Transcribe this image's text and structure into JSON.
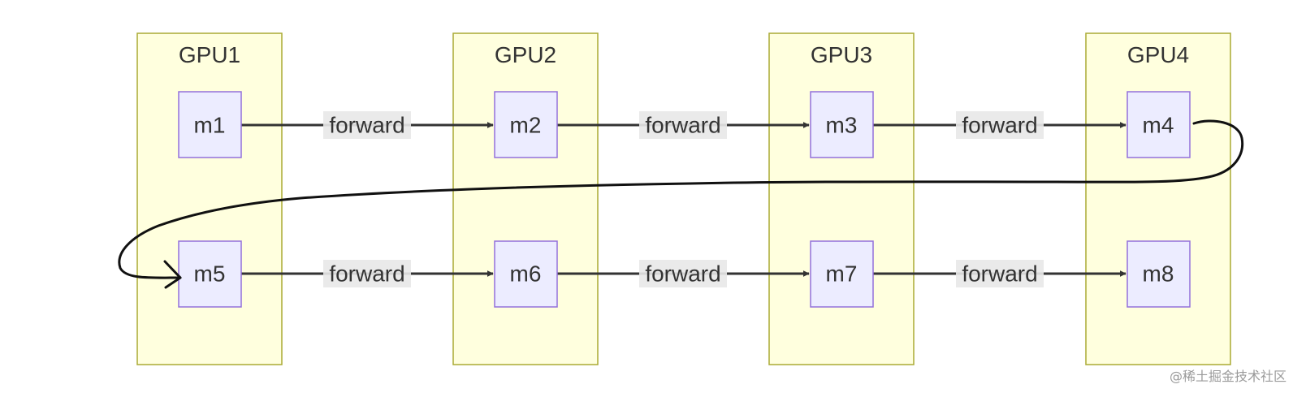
{
  "gpus": [
    {
      "id": "gpu1",
      "label": "GPU1"
    },
    {
      "id": "gpu2",
      "label": "GPU2"
    },
    {
      "id": "gpu3",
      "label": "GPU3"
    },
    {
      "id": "gpu4",
      "label": "GPU4"
    }
  ],
  "nodes": [
    {
      "id": "m1",
      "label": "m1",
      "gpu": "gpu1"
    },
    {
      "id": "m2",
      "label": "m2",
      "gpu": "gpu2"
    },
    {
      "id": "m3",
      "label": "m3",
      "gpu": "gpu3"
    },
    {
      "id": "m4",
      "label": "m4",
      "gpu": "gpu4"
    },
    {
      "id": "m5",
      "label": "m5",
      "gpu": "gpu1"
    },
    {
      "id": "m6",
      "label": "m6",
      "gpu": "gpu2"
    },
    {
      "id": "m7",
      "label": "m7",
      "gpu": "gpu3"
    },
    {
      "id": "m8",
      "label": "m8",
      "gpu": "gpu4"
    }
  ],
  "edges": [
    {
      "from": "m1",
      "to": "m2",
      "label": "forward"
    },
    {
      "from": "m2",
      "to": "m3",
      "label": "forward"
    },
    {
      "from": "m3",
      "to": "m4",
      "label": "forward"
    },
    {
      "from": "m5",
      "to": "m6",
      "label": "forward"
    },
    {
      "from": "m6",
      "to": "m7",
      "label": "forward"
    },
    {
      "from": "m7",
      "to": "m8",
      "label": "forward"
    }
  ],
  "annotation": {
    "from": "m4",
    "to": "m5",
    "style": "hand-drawn"
  },
  "watermark": "@稀土掘金技术社区",
  "colors": {
    "gpu_fill": "#ffffde",
    "gpu_stroke": "#aaaa33",
    "node_fill": "#ececff",
    "node_stroke": "#9370db",
    "edge": "#333333",
    "edge_label_bg": "#e8e8e8"
  }
}
